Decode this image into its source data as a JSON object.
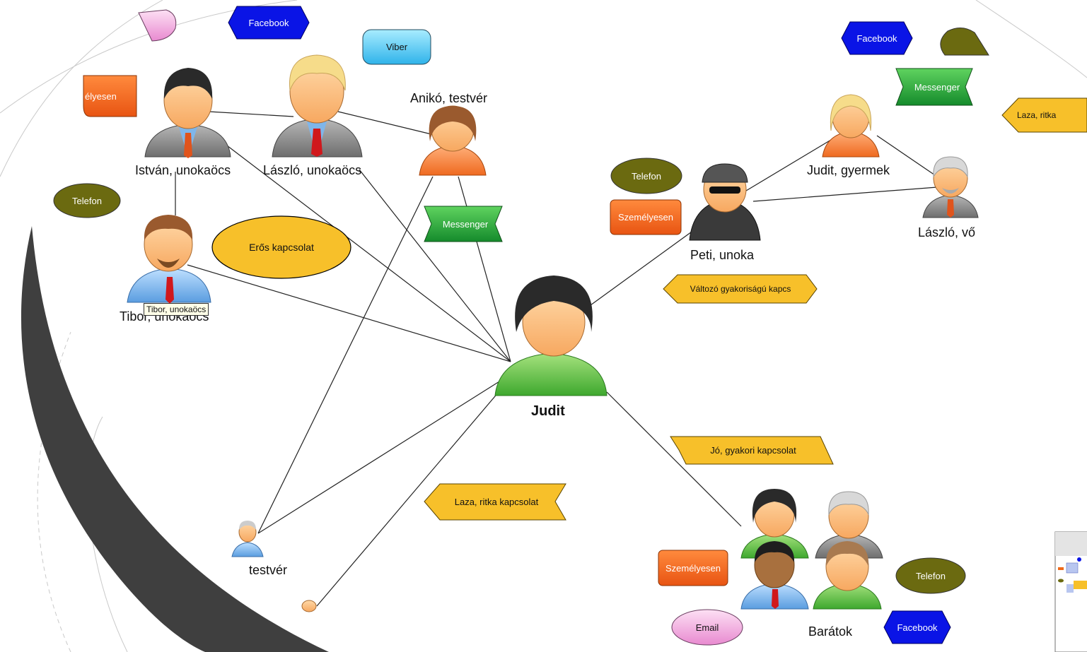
{
  "people": {
    "center": "Judit",
    "istvan": "István, unokaöcs",
    "laszlo_unokaocs": "László, unokaöcs",
    "aniko": "Anikó, testvér",
    "tibor": "Tibor, unokaöcs",
    "peti": "Peti, unoka",
    "judit_gyermek": "Judit, gyermek",
    "laszlo_vo": "László, vő",
    "testver": "testvér",
    "baratok": "Barátok"
  },
  "tooltip": "Tibor, unokaöcs",
  "badges": {
    "facebook_top": "Facebook",
    "viber": "Viber",
    "szemelyesen_left": "élyesen",
    "telefon_left": "Telefon",
    "eros": "Erős kapcsolat",
    "messenger_mid": "Messenger",
    "facebook_right": "Facebook",
    "messenger_right": "Messenger",
    "laza_right": "Laza, ritka",
    "telefon_peti": "Telefon",
    "szemelyesen_peti": "Személyesen",
    "valtozo": "Változó gyakoriságú kapcs",
    "jo_gyakori": "Jó, gyakori kapcsolat",
    "laza_bottom": "Laza, ritka kapcsolat",
    "szemelyesen_bottom": "Személyesen",
    "telefon_bottom": "Telefon",
    "email": "Email",
    "facebook_bottom": "Facebook"
  },
  "colors": {
    "facebook": "#0a14e6",
    "viber": "#5cc8f0",
    "szemelyesen": "#f06a1a",
    "telefon": "#6b6a10",
    "kapcsolat": "#f7c02a",
    "messenger": "#2fae3a",
    "email": "#f0a6dc",
    "slide_arc": "#3f3f3f"
  }
}
